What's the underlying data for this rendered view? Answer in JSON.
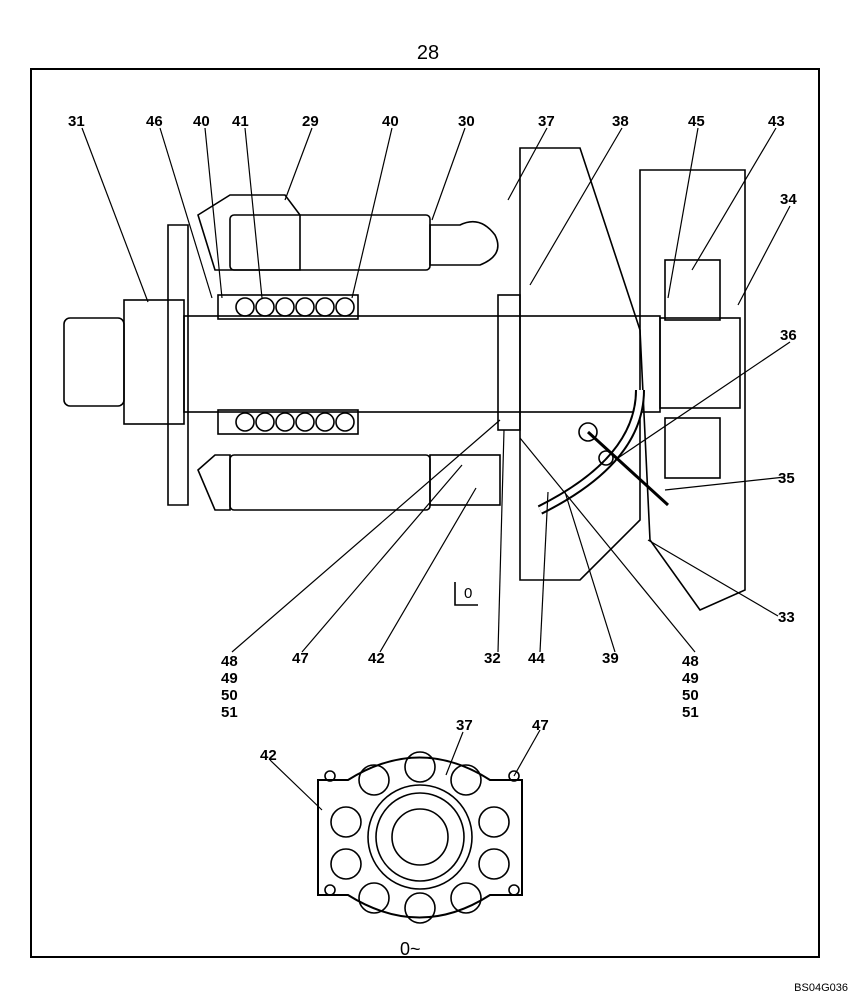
{
  "page_number": "28",
  "drawing_code": "BS04G036",
  "view_marker": "0",
  "section_label": "0~",
  "callouts": [
    "31",
    "46",
    "40",
    "41",
    "29",
    "40",
    "30",
    "37",
    "38",
    "45",
    "43",
    "34",
    "36",
    "35",
    "33",
    "48",
    "49",
    "50",
    "51",
    "47",
    "42",
    "32",
    "44",
    "39",
    "48",
    "49",
    "50",
    "51",
    "42",
    "37",
    "47"
  ]
}
